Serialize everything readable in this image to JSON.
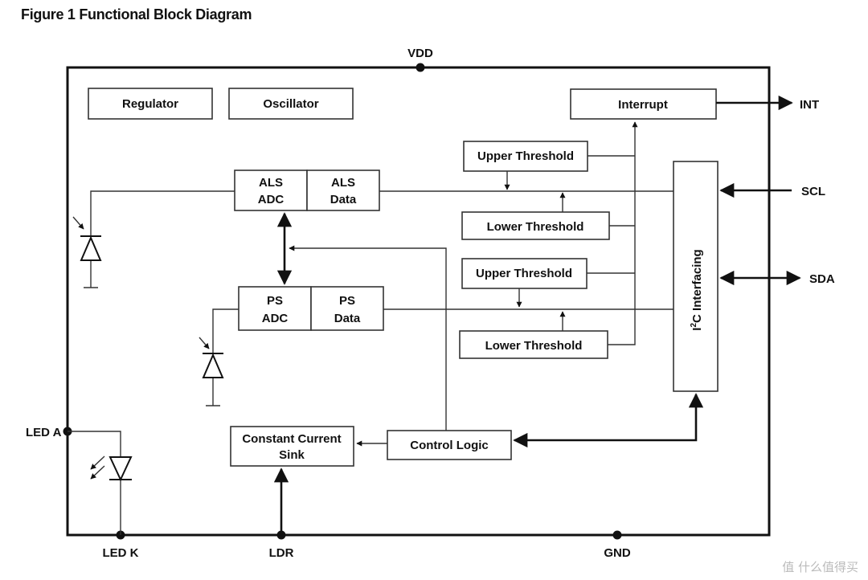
{
  "figure": {
    "title": "Figure 1  Functional Block Diagram"
  },
  "pins": {
    "vdd": "VDD",
    "int": "INT",
    "scl": "SCL",
    "sda": "SDA",
    "led_a": "LED A",
    "led_k": "LED K",
    "ldr": "LDR",
    "gnd": "GND"
  },
  "blocks": {
    "regulator": "Regulator",
    "oscillator": "Oscillator",
    "interrupt": "Interrupt",
    "als_adc": [
      "ALS",
      "ADC"
    ],
    "als_data": [
      "ALS",
      "Data"
    ],
    "ps_adc": [
      "PS",
      "ADC"
    ],
    "ps_data": [
      "PS",
      "Data"
    ],
    "als_upper": "Upper Threshold",
    "als_lower": "Lower Threshold",
    "ps_upper": "Upper Threshold",
    "ps_lower": "Lower Threshold",
    "i2c_superscript_i": "I",
    "i2c_superscript_2": "2",
    "i2c_rest": "C Interfacing",
    "constant_current": [
      "Constant Current",
      "Sink"
    ],
    "control_logic": "Control Logic"
  },
  "watermark": "值 什么值得买",
  "colors": {
    "line": "#111111",
    "box_border": "#333333",
    "background": "#ffffff",
    "watermark": "#bbbbbb"
  }
}
